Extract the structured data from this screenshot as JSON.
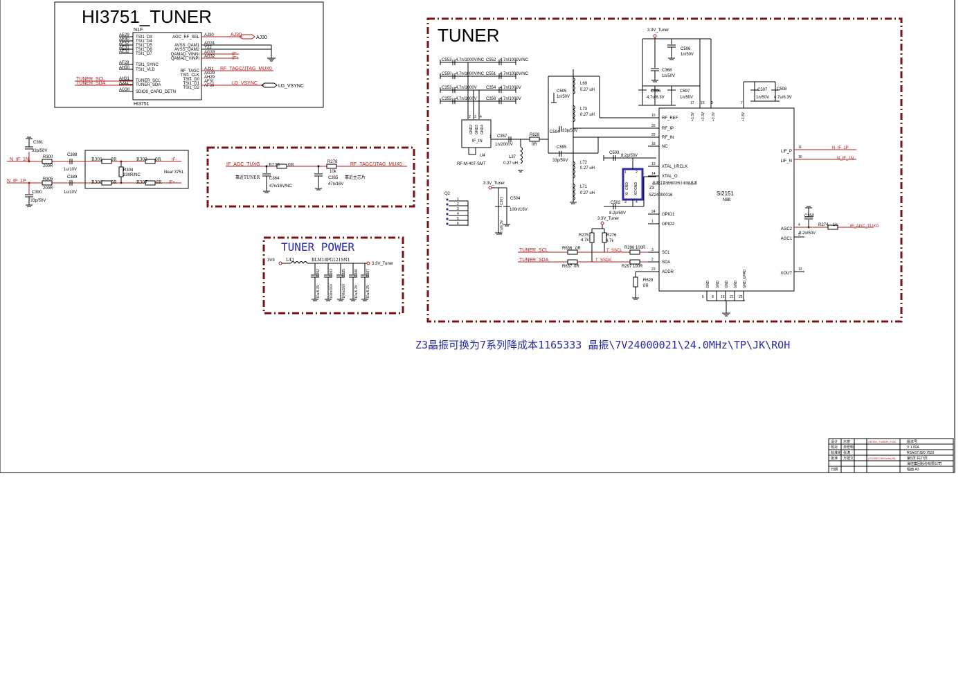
{
  "colors": {
    "wire": "#000000",
    "net": "#b01818",
    "frame": "#7a1010",
    "note": "#2a2aa8",
    "bg": "#ffffff"
  },
  "hi3751": {
    "title": "HI3751_TUNER",
    "ref": "N1F",
    "part": "HI3751",
    "left_pins": [
      {
        "ball": "AE29",
        "name": "TSI1_D3"
      },
      {
        "ball": "AE30",
        "name": "TSI1_D4"
      },
      {
        "ball": "AF32",
        "name": "TSI1_D5"
      },
      {
        "ball": "AE31",
        "name": "TSI1_D6"
      },
      {
        "ball": "AE32",
        "name": "TSI1_D7"
      },
      {
        "ball": "AF29",
        "name": "TSI1_SYNC"
      },
      {
        "ball": "AH30",
        "name": "TSI1_VLD"
      },
      {
        "ball": "AH31",
        "name": "TUNER_SCL"
      },
      {
        "ball": "AJ32",
        "name": "TUNER_SDA"
      },
      {
        "ball": "AG30",
        "name": "SDIO0_CARD_DETN"
      }
    ],
    "right_pins": [
      {
        "ball": "AJ30",
        "name": "AGC_RF_SEL"
      },
      {
        "ball": "AG31",
        "name": "AVSS_QAM1"
      },
      {
        "ball": "Y22",
        "name": "AVSS_QAM2"
      },
      {
        "ball": "AG33",
        "name": "QAMAD_VINNI"
      },
      {
        "ball": "AG32",
        "name": "QAMAD_VINPI"
      },
      {
        "ball": "AJ31",
        "name": "RF_TAGC"
      },
      {
        "ball": "AG29",
        "name": "TSI1_CLK"
      },
      {
        "ball": "AH29",
        "name": "TSI1_D0"
      },
      {
        "ball": "AF31",
        "name": "TSI1_D1"
      },
      {
        "ball": "AF30",
        "name": "TSI1_D2"
      }
    ],
    "nets": {
      "scl": "TUNER_SCL",
      "sda": "TUNER_SDA",
      "aj30": "AJ30",
      "aj30b": "AJ30",
      "ifm": "IF-",
      "ifp": "IF+",
      "rf_tagc": "RF_TAGC/JTAG_MUX0",
      "vsync": "LD_VSYNC",
      "vsync_b": "LD_VSYNC"
    }
  },
  "if_filter": {
    "n_if_1n": "N_IF_1N",
    "n_if_1p": "N_IF_1P",
    "c381": "C381",
    "c381v": "33p/50V",
    "r300": "R300",
    "r300v": "200R",
    "c388": "C388",
    "c388v": "1u/10V",
    "c389": "C389",
    "c389v": "1u/10V",
    "r305": "R305",
    "r305v": "200R",
    "c390": "C390",
    "c390v": "33p/50V",
    "r301": "R301",
    "r302": "R302",
    "r306": "R306",
    "r307": "R307",
    "zero": "0R",
    "r304": "R304",
    "r304v": "330R/NC",
    "ifm": "IF-",
    "ifp": "IF+",
    "near": "Near 3751"
  },
  "agc_box": {
    "net_in": "IF_AGC_TUXG",
    "r223": "R223",
    "r223v": "0R",
    "r278": "R278",
    "r278v": "10k",
    "net_out": "RF_TAGC/JTAG_MUX0",
    "c364": "C364",
    "c364v": "47n/16V/NC",
    "c365": "C365",
    "c365v": "47n/16V",
    "near_tuner": "靠近TUNER",
    "near_main": "靠近主芯片"
  },
  "power": {
    "title": "TUNER POWER",
    "vin": "3V3",
    "l43": "L43",
    "bead": "BLM18PG121SN1",
    "vout": "3.3V_Tuner",
    "caps": [
      {
        "ref": "C392",
        "val": "10u/6.3V"
      },
      {
        "ref": "C393",
        "val": "100n/16V"
      },
      {
        "ref": "C385",
        "val": "100n/16V"
      },
      {
        "ref": "C386",
        "val": "10u/6.3V"
      },
      {
        "ref": "C387",
        "val": "10u/6.3V"
      }
    ]
  },
  "tuner": {
    "title": "TUNER",
    "chip": "Si2151",
    "pkg": "N88",
    "caps_left": [
      {
        "a": "C553",
        "av": "4.7n/1000V/NC",
        "b": "C552",
        "bv": "4.7n/1000V/NC"
      },
      {
        "a": "C550",
        "av": "4.7n/1000V/NC",
        "b": "C551",
        "bv": "4.7n/1000V/NC"
      },
      {
        "a": "C353",
        "av": "4.7n/1000V",
        "b": "C354",
        "bv": "4.7n/1000V"
      },
      {
        "a": "C355",
        "av": "4.7n/1000V",
        "b": "C356",
        "bv": "4.7n/1000V"
      }
    ],
    "u4": "U4",
    "u4_part": "RF-M-407-SMT",
    "u4_gnd": [
      "GND2",
      "GND3",
      "GND4"
    ],
    "u4_pins": [
      "2",
      "3",
      "4"
    ],
    "if_in": "IF_IN",
    "u4_pin1": "1",
    "c357": "C357",
    "c357v": "1n/2000V",
    "r628": "R628",
    "r628v": "0R",
    "l37": "L37",
    "l37v": "0.27 uH",
    "c505": "C505",
    "c505v": "1n/50V",
    "l69": "L69",
    "l69v": "0.27 uH",
    "l73": "L73",
    "l73v": "0.27 uH",
    "c594": "C594",
    "c594v": "33p/50V",
    "c595": "C595",
    "c595v": "33p/50V",
    "l72": "L72",
    "l72v": "0.27 uH",
    "l71": "L71",
    "l71v": "0.27 uH",
    "c503": "C503",
    "c503v": "8.2p/50V",
    "c502": "C502",
    "c502v": "8.2p/50V",
    "z3": "Z3",
    "z3v": "SZ24000016",
    "xtal_pins": [
      "XI",
      "GND",
      "XO",
      "GND"
    ],
    "xtal_nums": [
      "1",
      "2",
      "3",
      "4"
    ],
    "xtal_note": "晶振注意使用村田小封装晶振",
    "rail": "3.3V_Tuner",
    "c506": "C506",
    "c506v": "1n/50V",
    "c368": "C368",
    "c368v": "1n/50V",
    "c596": "C596",
    "c596v": "4.7u/6.3V",
    "c597": "C597",
    "c597v": "1n/50V",
    "c507": "C507",
    "c507v": "1n/50V",
    "c508": "C508",
    "c508v": "4.7u/6.3V",
    "rail2": "3.3V_Tuner",
    "c367": "C367",
    "c367v": "4.7u/6.3V",
    "c504": "C504",
    "c504v": "100n/16V",
    "q2": "Q2",
    "q2_pins": [
      "1",
      "2",
      "3",
      "4",
      "5",
      "6"
    ],
    "rail3": "3.3V_Tuner",
    "r275": "R275",
    "r275v": "4.7k",
    "r276": "R276",
    "r276v": "4.7k",
    "scl_in": "TUNER_SCL",
    "sda_in": "TUNER_SDA",
    "r636": "R636",
    "r636v": "0R",
    "r637": "R637",
    "r637v": "0R",
    "tscl": "T_SSCL",
    "tsda": "T_SSDA",
    "r296": "R296",
    "r296v": "100R",
    "r297": "R297",
    "r297v": "100R",
    "r629": "R629",
    "r629v": "0R",
    "left_pins": [
      {
        "num": "19",
        "name": "RF_REF"
      },
      {
        "num": "20",
        "name": "RF_IP"
      },
      {
        "num": "22",
        "name": "RF_IN"
      },
      {
        "num": "18",
        "name": "NC"
      },
      {
        "num": "13",
        "name": "XTAL_I/RCLK"
      },
      {
        "num": "14",
        "name": "XTAL_O"
      },
      {
        "num": "24",
        "name": "GPIO1"
      },
      {
        "num": "1",
        "name": "GPIO2"
      },
      {
        "num": "3",
        "name": "SCL"
      },
      {
        "num": "2",
        "name": "SDA"
      },
      {
        "num": "23",
        "name": "ADDR"
      }
    ],
    "top_pins": [
      {
        "num": "17",
        "name": "+3.3V"
      },
      {
        "num": "15",
        "name": "+3.3V"
      },
      {
        "num": "9",
        "name": "+3.3V"
      },
      {
        "num": "7",
        "name": "+1.8V"
      }
    ],
    "right_pins": [
      {
        "num": "11",
        "name": "LIF_P"
      },
      {
        "num": "10",
        "name": "LIF_N"
      },
      {
        "num": "4",
        "name": "AGC2"
      },
      {
        "num": "5",
        "name": "AGC1"
      },
      {
        "num": "12",
        "name": "XOUT"
      }
    ],
    "bottom_pins": [
      {
        "num": "6",
        "name": "GND"
      },
      {
        "num": "8",
        "name": "GND"
      },
      {
        "num": "16",
        "name": "GND"
      },
      {
        "num": "21",
        "name": "GND"
      },
      {
        "num": "25",
        "name": "GND_EPAD"
      }
    ],
    "n_if_1p": "N_IF_1P",
    "n_if_1n": "N_IF_1N",
    "c350": "C350",
    "c350v": "8.2n/50V",
    "r274": "R274",
    "r274v": "1k",
    "if_agc": "IF_AGC_TUXG"
  },
  "note": "Z3晶振可换为7系列降成本1165333   晶振\\7V24000021\\24.0MHz\\TP\\JK\\ROH",
  "titleblock": {
    "rows": [
      [
        "设计",
        "示意",
        "HI3751_TUNER_2151",
        "版本号"
      ],
      [
        "校对",
        "孙宏明",
        "",
        "V 1.00A"
      ],
      [
        "标准化",
        "张涛",
        "",
        "RSAG7.820.7520"
      ],
      [
        "批准",
        "万建文",
        "LED49EC600UAV(25)",
        "第5页 共27页"
      ],
      [
        "",
        "",
        "",
        "海信集团股份有限公司"
      ],
      [
        "日期",
        "",
        "",
        "幅面 A3"
      ]
    ]
  }
}
